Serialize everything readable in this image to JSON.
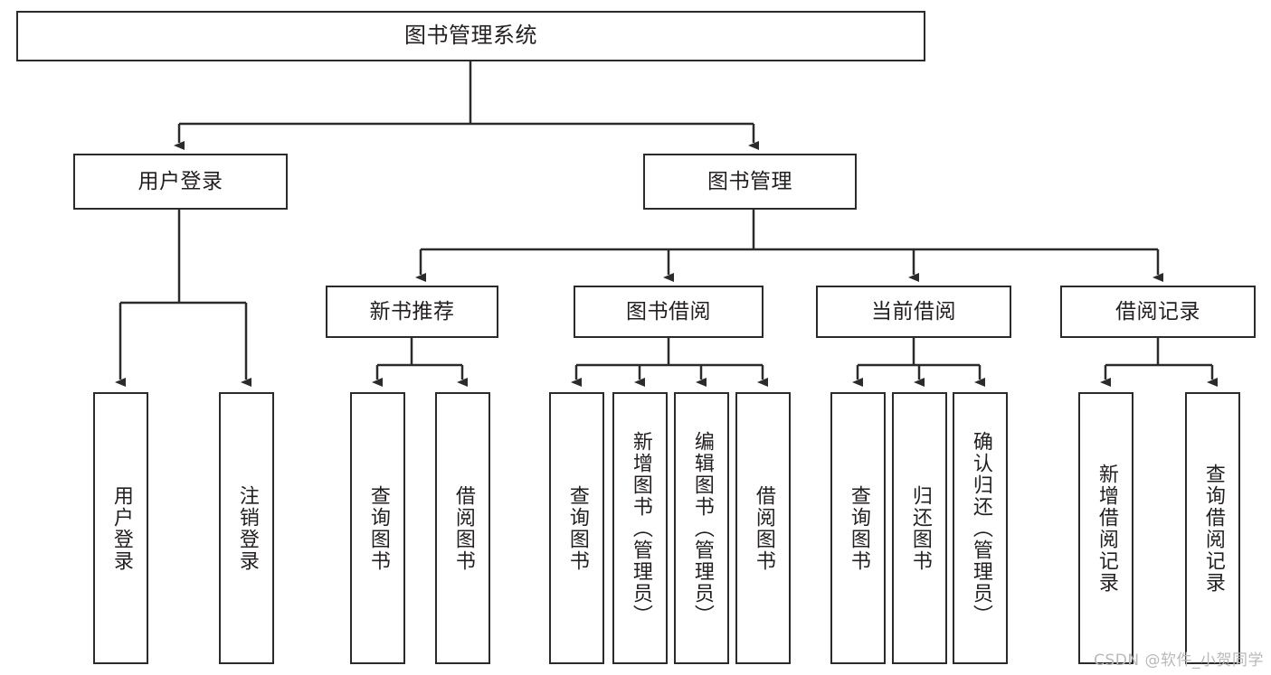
{
  "diagram": {
    "title": "图书管理系统",
    "type": "tree-hierarchy",
    "stroke_color": "#2b2b2b",
    "background_color": "#ffffff",
    "root": {
      "label": "图书管理系统"
    },
    "level2": [
      {
        "label": "用户登录"
      },
      {
        "label": "图书管理"
      }
    ],
    "level3": [
      {
        "label": "新书推荐"
      },
      {
        "label": "图书借阅"
      },
      {
        "label": "当前借阅"
      },
      {
        "label": "借阅记录"
      }
    ],
    "leaves": {
      "user_login": [
        {
          "label": "用户登录"
        },
        {
          "label": "注销登录"
        }
      ],
      "new_book_recommend": [
        {
          "label": "查询图书"
        },
        {
          "label": "借阅图书"
        }
      ],
      "book_borrow": [
        {
          "label": "查询图书"
        },
        {
          "label": "新增图书（管理员）"
        },
        {
          "label": "编辑图书（管理员）"
        },
        {
          "label": "借阅图书"
        }
      ],
      "current_borrow": [
        {
          "label": "查询图书"
        },
        {
          "label": "归还图书"
        },
        {
          "label": "确认归还（管理员）"
        }
      ],
      "borrow_record": [
        {
          "label": "新增借阅记录"
        },
        {
          "label": "查询借阅记录"
        }
      ]
    }
  },
  "watermark": {
    "text": "CSDN @软件_小贺同学"
  }
}
